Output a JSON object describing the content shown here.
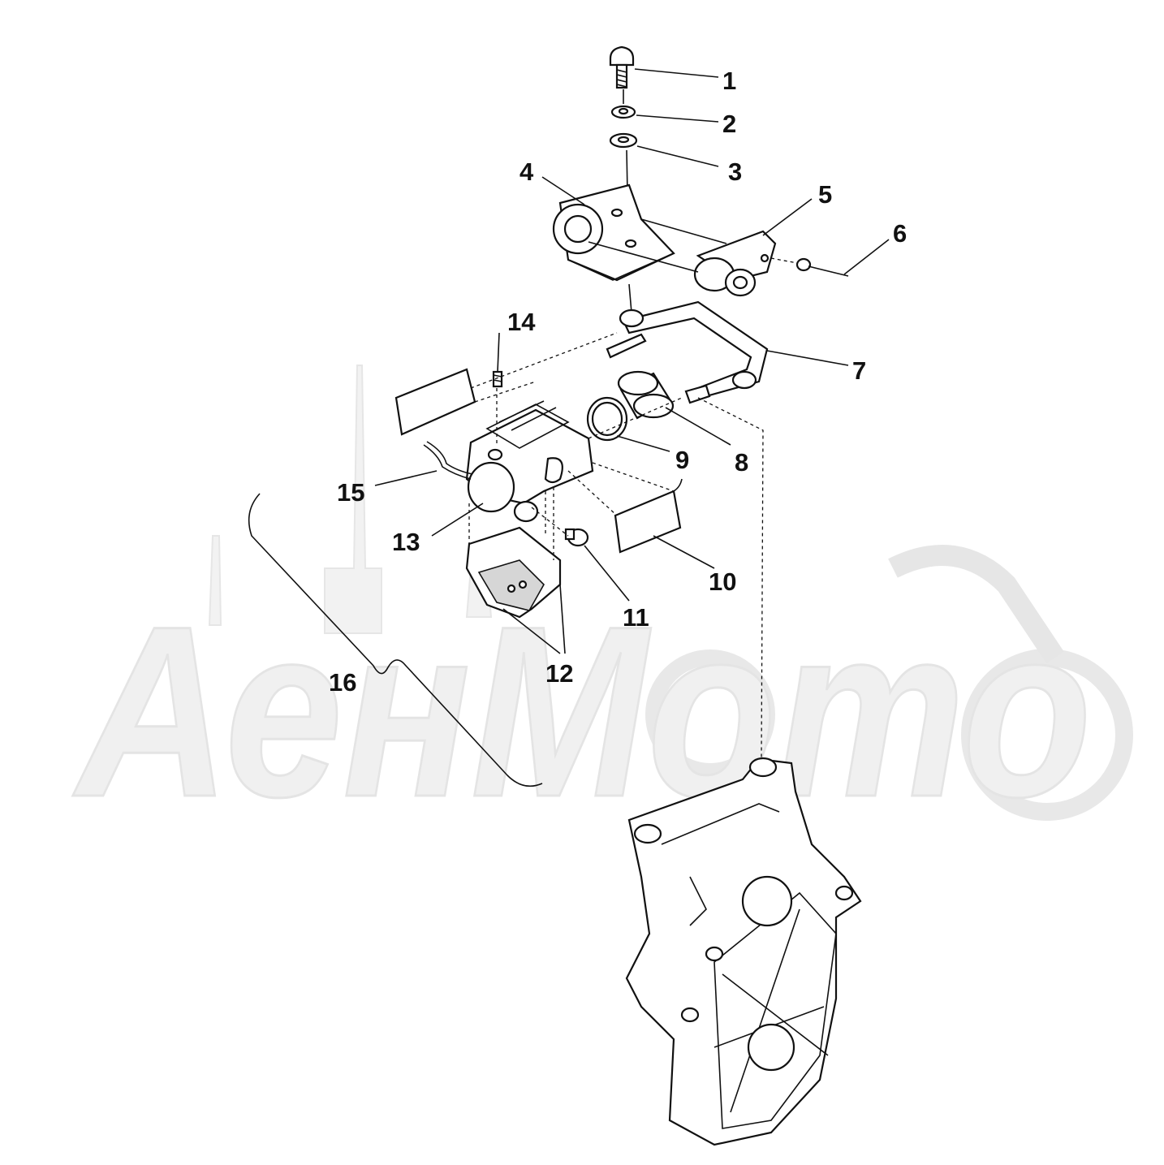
{
  "watermark": {
    "text": "АенМото"
  },
  "callouts": [
    {
      "id": "1",
      "label": "1"
    },
    {
      "id": "2",
      "label": "2"
    },
    {
      "id": "3",
      "label": "3"
    },
    {
      "id": "4",
      "label": "4"
    },
    {
      "id": "5",
      "label": "5"
    },
    {
      "id": "6",
      "label": "6"
    },
    {
      "id": "7",
      "label": "7"
    },
    {
      "id": "8",
      "label": "8"
    },
    {
      "id": "9",
      "label": "9"
    },
    {
      "id": "10",
      "label": "10"
    },
    {
      "id": "11",
      "label": "11"
    },
    {
      "id": "12",
      "label": "12"
    },
    {
      "id": "13",
      "label": "13"
    },
    {
      "id": "14",
      "label": "14"
    },
    {
      "id": "15",
      "label": "15"
    },
    {
      "id": "16",
      "label": "16"
    }
  ]
}
